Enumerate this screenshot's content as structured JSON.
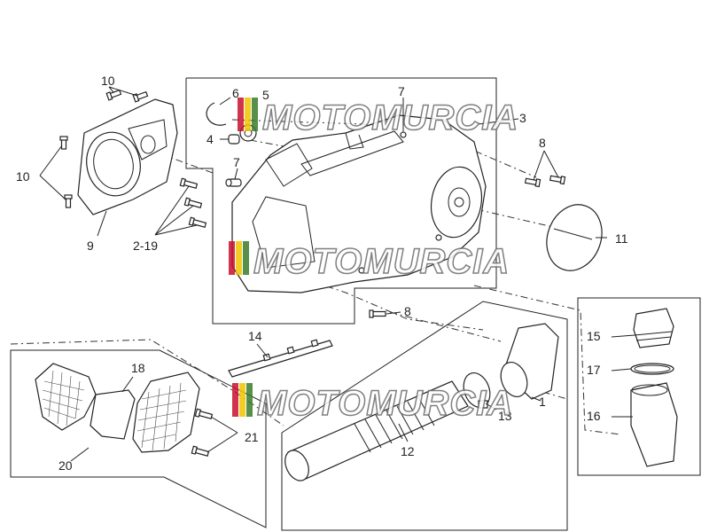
{
  "watermark": {
    "text": "MOTOMURCIA",
    "stripe_colors": [
      "#c8102e",
      "#f2c500",
      "#3a7d2c"
    ]
  },
  "callouts": {
    "p1": "1",
    "p2_19": "2-19",
    "p3": "3",
    "p4": "4",
    "p6": "6",
    "p7_top": "7",
    "p7_mid": "7",
    "p8_right": "8",
    "p8_bottom": "8",
    "p9": "9",
    "p10_top": "10",
    "p10_left": "10",
    "p11": "11",
    "p12": "12",
    "p13": "13",
    "p14": "14",
    "p15": "15",
    "p16": "16",
    "p17": "17",
    "p18": "18",
    "p20": "20",
    "p21": "21",
    "p5": "5"
  }
}
